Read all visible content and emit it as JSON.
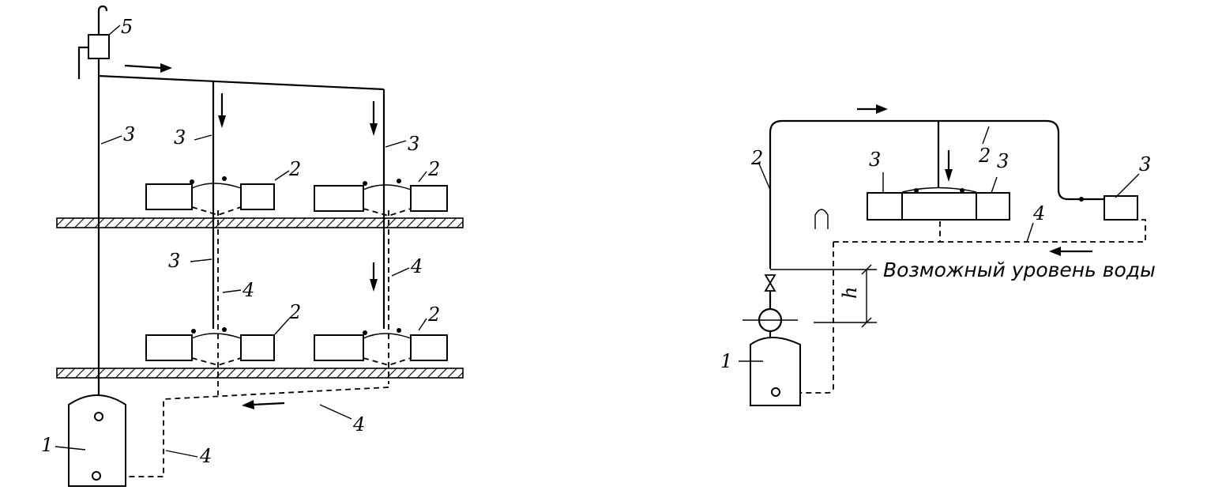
{
  "left_diagram": {
    "labels": {
      "boiler": "1",
      "radiator": "2",
      "supply_pipe": "3",
      "return_pipe": "4",
      "expansion_tank": "5"
    }
  },
  "right_diagram": {
    "labels": {
      "boiler": "1",
      "supply_pipe": "2",
      "radiator": "3",
      "return_pipe": "4",
      "height_mark": "h"
    },
    "water_level_caption": "Возможный уровень воды"
  },
  "colors": {
    "ink": "#000000",
    "paper": "#ffffff"
  }
}
